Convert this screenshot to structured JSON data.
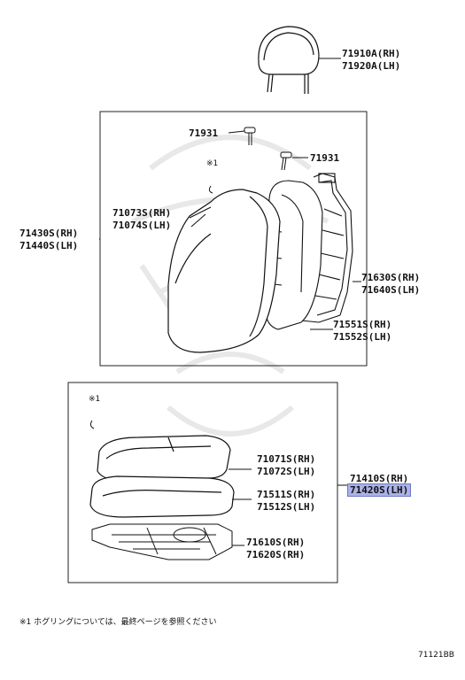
{
  "parts": {
    "headrest": [
      "71910A(RH)",
      "71920A(LH)"
    ],
    "pin_top": "71931",
    "pin_right": "71931",
    "back_assy": [
      "71430S(RH)",
      "71440S(LH)"
    ],
    "back_cover": [
      "71073S(RH)",
      "71074S(LH)"
    ],
    "back_frame": [
      "71630S(RH)",
      "71640S(LH)"
    ],
    "back_pad": [
      "71551S(RH)",
      "71552S(LH)"
    ],
    "cushion_cover": [
      "71071S(RH)",
      "71072S(LH)"
    ],
    "cushion_assy": [
      "71410S(RH)",
      "71420S(LH)"
    ],
    "cushion_pad": [
      "71511S(RH)",
      "71512S(LH)"
    ],
    "cushion_frame": [
      "71610S(RH)",
      "71620S(RH)"
    ]
  },
  "marks": {
    "back_mark": "※1",
    "cushion_mark": "※1"
  },
  "footnote": "※1 ホグリングについては、最終ページを参照ください",
  "diagram_code": "71121BB",
  "highlight_color": "#aab2e6"
}
